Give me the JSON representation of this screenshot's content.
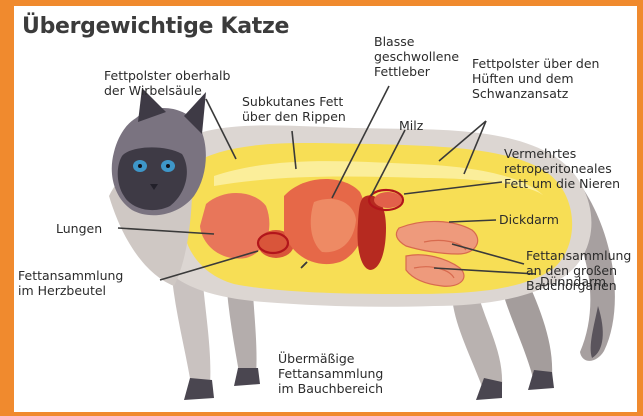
{
  "title": "Übergewichtige Katze",
  "colors": {
    "border": "#F08A2E",
    "fat": "#F7DE55",
    "organ": "#E65F3F",
    "spleen": "#B62A20",
    "fur_light": "#DCD6D2",
    "fur_dark": "#3E3A45",
    "eye": "#3E96C8",
    "leader_line": "#3A3A3A",
    "highlight_ring": "#B2151B"
  },
  "icons": [
    "cat-illustration"
  ],
  "labels": {
    "fat_spine": "Fettpolster oberhalb\nder Wirbelsäule",
    "subcutaneous_fat": "Subkutanes Fett\nüber den Rippen",
    "fatty_liver": "Blasse\ngeschwollene\nFettleber",
    "spleen": "Milz",
    "hip_fat": "Fettpolster über den\nHüften und dem\nSchwanzansatz",
    "kidney_fat": "Vermehrtes\nretroperitoneales\nFett um die Nieren",
    "lungs": "Lungen",
    "large_intestine": "Dickdarm",
    "pericardial_fat": "Fettansammlung\nim Herzbeutel",
    "abdominal_organ_fat": "Fettansammlung\nan den großen\nBauchorganen",
    "small_intestine": "Dünndarm",
    "abdominal_fat": "Übermäßige\nFettansammlung\nim Bauchbereich"
  }
}
